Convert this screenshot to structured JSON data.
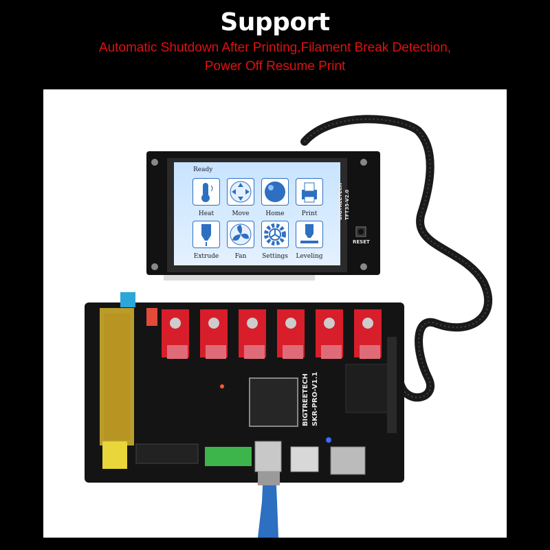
{
  "header": {
    "title": "Support",
    "subtitle_line1": "Automatic Shutdown After Printing,Filament Break Detection,",
    "subtitle_line2": "Power Off Resume Print"
  },
  "screen": {
    "status": "Ready",
    "menu": [
      {
        "label": "Heat",
        "icon": "thermometer-icon"
      },
      {
        "label": "Move",
        "icon": "move-arrows-icon"
      },
      {
        "label": "Home",
        "icon": "home-ball-icon"
      },
      {
        "label": "Print",
        "icon": "printer-icon"
      },
      {
        "label": "Extrude",
        "icon": "nozzle-icon"
      },
      {
        "label": "Fan",
        "icon": "fan-icon"
      },
      {
        "label": "Settings",
        "icon": "gear-icon"
      },
      {
        "label": "Leveling",
        "icon": "leveling-icon"
      }
    ],
    "brand": "BIGTREETECH",
    "model": "TFT35-V2.0",
    "reset_label": "RESET"
  },
  "board": {
    "brand": "BIGTREETECH",
    "model": "SKR-PRO-V1.1"
  },
  "colors": {
    "title": "#ffffff",
    "subtitle": "#e01010",
    "pcb": "#141414",
    "driver": "#d81e2a",
    "terminal_green": "#3db54a",
    "usb_cable": "#2d6fc0"
  }
}
